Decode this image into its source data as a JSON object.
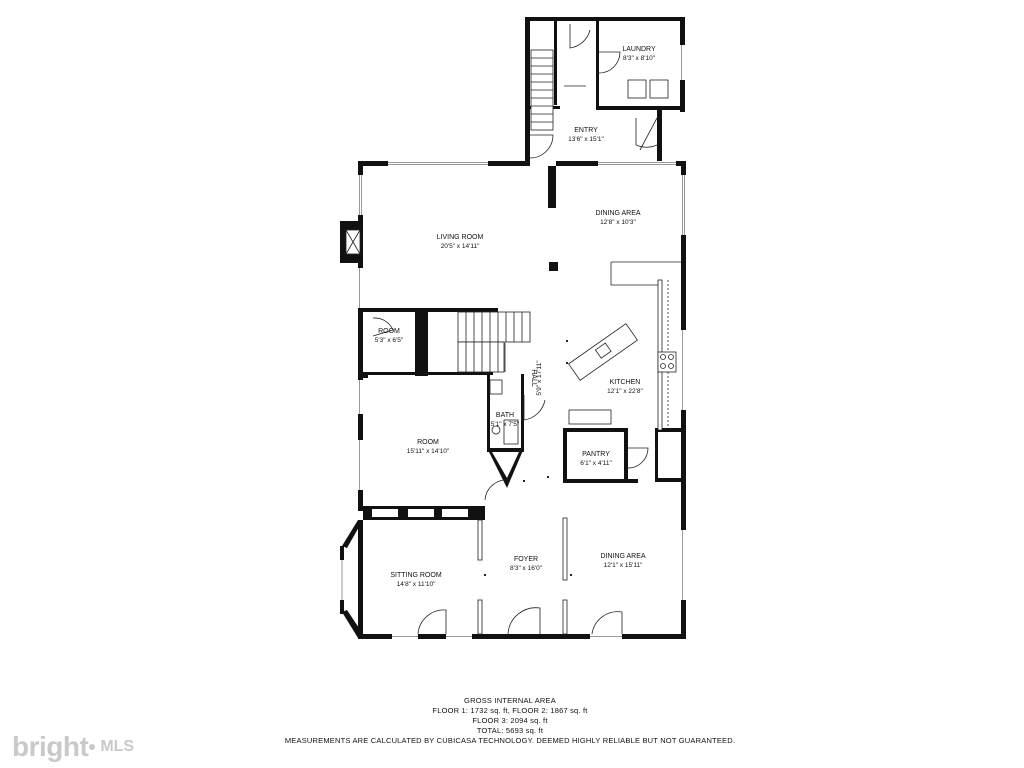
{
  "rooms": {
    "laundry": {
      "name": "LAUNDRY",
      "dims": "8'3\" x 8'10\""
    },
    "entry": {
      "name": "ENTRY",
      "dims": "13'6\" x 15'1\""
    },
    "living_room": {
      "name": "LIVING ROOM",
      "dims": "20'5\" x 14'11\""
    },
    "dining_area_upper": {
      "name": "DINING AREA",
      "dims": "12'8\" x 10'3\""
    },
    "room_small": {
      "name": "ROOM",
      "dims": "5'3\" x 6'5\""
    },
    "hall": {
      "name": "HALL",
      "dims": "5'9\" x 17'11\""
    },
    "kitchen": {
      "name": "KITCHEN",
      "dims": "12'1\" x 22'8\""
    },
    "bath": {
      "name": "BATH",
      "dims": "5'1\" x 7'5\""
    },
    "room_large": {
      "name": "ROOM",
      "dims": "15'11\" x 14'10\""
    },
    "pantry": {
      "name": "PANTRY",
      "dims": "6'1\" x 4'11\""
    },
    "foyer": {
      "name": "FOYER",
      "dims": "8'3\" x 16'0\""
    },
    "dining_area_lower": {
      "name": "DINING AREA",
      "dims": "12'1\" x 15'11\""
    },
    "sitting_room": {
      "name": "SITTING ROOM",
      "dims": "14'8\" x 11'10\""
    }
  },
  "footer": {
    "heading": "GROSS INTERNAL AREA",
    "line1": "FLOOR 1: 1732 sq. ft, FLOOR 2: 1867 sq. ft",
    "line2": "FLOOR 3: 2094 sq. ft",
    "line3": "TOTAL: 5693 sq. ft",
    "disclaimer": "MEASUREMENTS ARE CALCULATED BY CUBICASA TECHNOLOGY. DEEMED HIGHLY RELIABLE BUT NOT GUARANTEED."
  },
  "logo": {
    "word": "bright",
    "suffix": "MLS"
  },
  "colors": {
    "wall": "#111111",
    "window": "#9a9a9a",
    "logo": "#c9c9c9"
  }
}
